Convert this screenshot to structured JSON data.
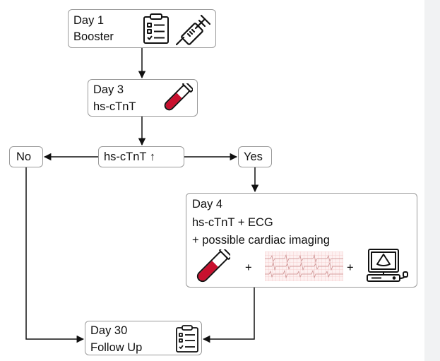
{
  "day1": {
    "title": "Day 1",
    "label": "Booster"
  },
  "day3": {
    "title": "Day 3",
    "label": "hs-cTnT"
  },
  "criterion": {
    "label": "hs-cTnT ↑"
  },
  "no": {
    "label": "No"
  },
  "yes": {
    "label": "Yes"
  },
  "day4": {
    "title": "Day 4",
    "line1": "hs-cTnT + ECG",
    "line2": "+ possible cardiac imaging",
    "plus": "+"
  },
  "day30": {
    "title": "Day 30",
    "label": "Follow Up"
  },
  "icons": [
    "clipboard-checklist-icon",
    "syringe-icon",
    "blood-tube-icon",
    "ecg-strip-icon",
    "ultrasound-monitor-icon"
  ],
  "colors": {
    "blood": "#c8102e",
    "box_border": "#9a9a9a",
    "line": "#111111",
    "ecg_grid": "#f0b8b8"
  }
}
